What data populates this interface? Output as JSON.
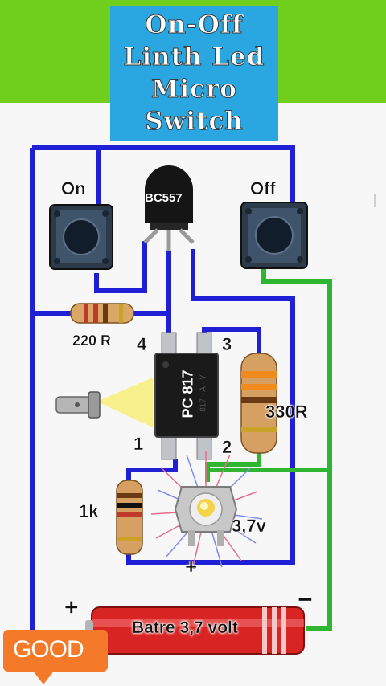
{
  "title": {
    "lines": [
      "On-Off",
      "Linth Led",
      "Micro",
      "Switch"
    ]
  },
  "labels": {
    "on": "On",
    "off": "Off",
    "transistor": "BC557",
    "optocoupler": "PC 817",
    "opto_marking": "817 · A · Y",
    "resistor_220": "220 R",
    "resistor_330": "330R",
    "resistor_1k": "1k",
    "pin_4": "4",
    "pin_3": "3",
    "pin_1": "1",
    "pin_2": "2",
    "led_voltage": "3,7v",
    "led_plus": "+",
    "battery_plus": "+",
    "battery_minus": "−",
    "battery": "Batre 3,7 volt"
  },
  "badge": {
    "good": "GOOD"
  },
  "colors": {
    "green_band": "#6fcf1c",
    "title_bg": "#2aa6e0",
    "wire_blue": "#1f1fd6",
    "wire_green": "#2fb52f",
    "battery_red": "#d92424",
    "badge_orange": "#f47a2a"
  },
  "icons": [
    "flashlight-icon",
    "thumbs-up-icon",
    "led-icon",
    "push-button-icon"
  ]
}
